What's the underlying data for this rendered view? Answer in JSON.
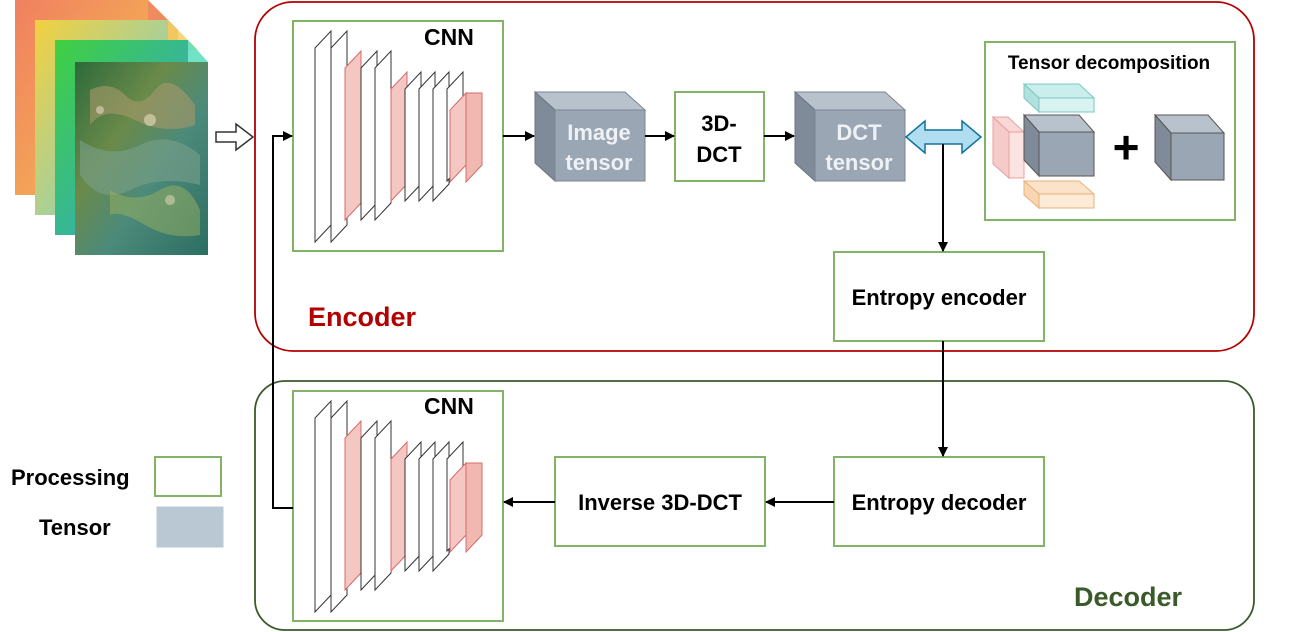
{
  "encoder": {
    "label": "Encoder",
    "color": "#b30000"
  },
  "decoder": {
    "label": "Decoder",
    "color": "#3a5a2a"
  },
  "cnn_encoder": {
    "label": "CNN"
  },
  "cnn_decoder": {
    "label": "CNN"
  },
  "image_tensor": {
    "line1": "Image",
    "line2": "tensor"
  },
  "dct3d": {
    "line1": "3D-",
    "line2": "DCT"
  },
  "dct_tensor": {
    "line1": "DCT",
    "line2": "tensor"
  },
  "tensor_decomposition": {
    "title": "Tensor decomposition",
    "plus": "+"
  },
  "entropy_encoder": {
    "label": "Entropy encoder"
  },
  "entropy_decoder": {
    "label": "Entropy decoder"
  },
  "inverse_dct": {
    "label": "Inverse 3D-DCT"
  },
  "legend": {
    "processing": "Processing",
    "tensor": "Tensor"
  },
  "colors": {
    "processing_border": "#82b366",
    "tensor_fill": "#9aa6b4",
    "tensor_text": "#eef1f5",
    "legend_tensor": "#bac8d3",
    "cnn_layer_red": "#f4c7c3",
    "cnn_layer_red_border": "#e07070",
    "bidirectional_arrow": "#b1ddf0"
  }
}
